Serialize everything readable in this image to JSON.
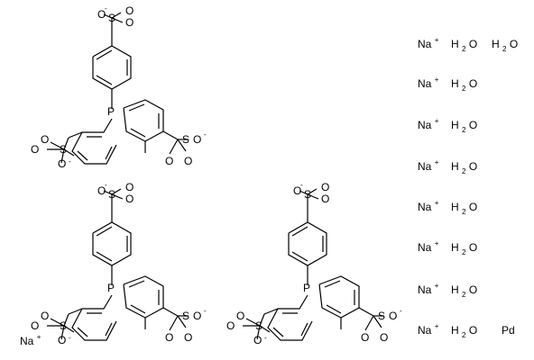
{
  "molecule": {
    "phosphine_unit": {
      "phosphorus": "P",
      "sulfur": "S",
      "oxygen": "O",
      "charge_minus": "-"
    },
    "sodium": {
      "symbol": "Na",
      "charge": "+"
    },
    "water": {
      "h": "H",
      "subscript": "2",
      "o": "O"
    },
    "palladium": "Pd"
  }
}
